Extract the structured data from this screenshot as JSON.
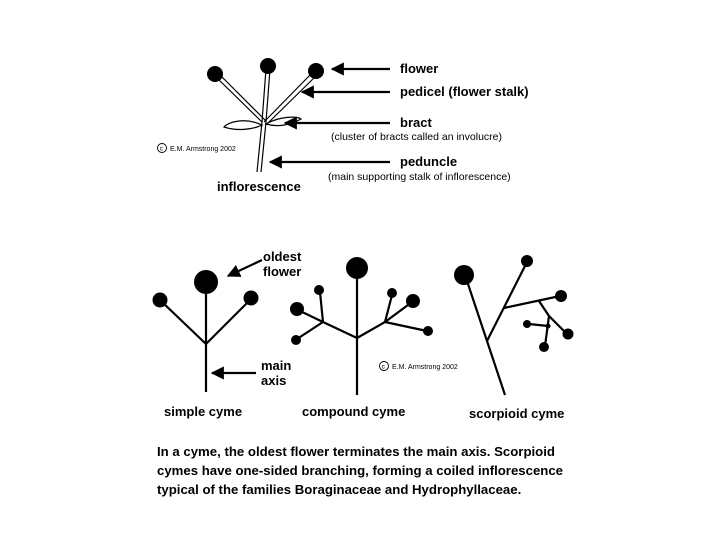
{
  "top_diagram": {
    "labels": {
      "flower": "flower",
      "pedicel": "pedicel (flower stalk)",
      "bract": "bract",
      "bract_note": "(cluster of bracts called an involucre)",
      "peduncle": "peduncle",
      "peduncle_note": "(main supporting stalk of inflorescence)",
      "title": "inflorescence",
      "copyright": "E.M. Armstrong 2002",
      "copyright_symbol": "c"
    }
  },
  "cymes": {
    "oldest_flower_line1": "oldest",
    "oldest_flower_line2": "flower",
    "main_axis_line1": "main",
    "main_axis_line2": "axis",
    "simple": "simple cyme",
    "compound": "compound cyme",
    "scorpioid": "scorpioid cyme",
    "copyright": "E.M. Armstrong 2002",
    "copyright_symbol": "c"
  },
  "caption": {
    "line1": "In a cyme, the oldest flower terminates the main axis.  Scorpioid",
    "line2": "cymes have one-sided branching, forming a coiled inflorescence",
    "line3": "typical of the families Boraginaceae and Hydrophyllaceae."
  }
}
